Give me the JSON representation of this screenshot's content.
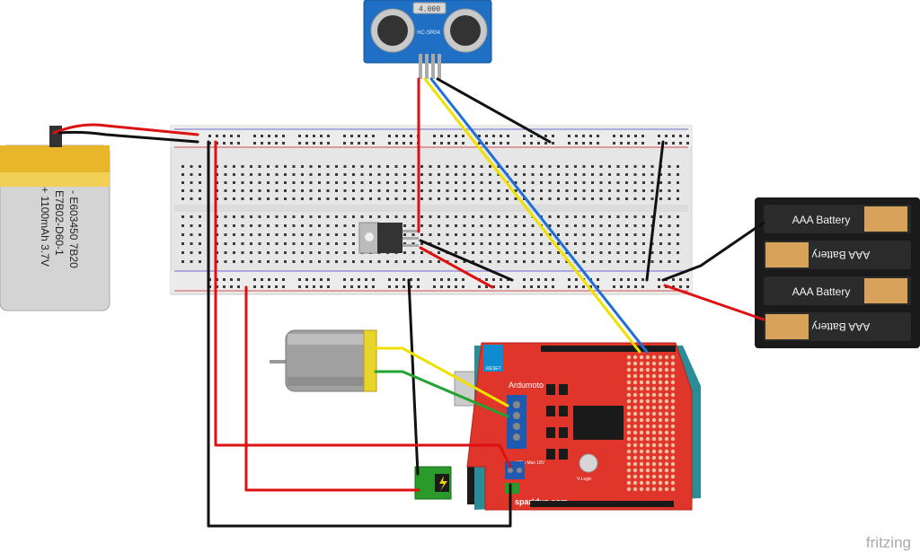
{
  "sensor": {
    "display": "4.000",
    "model": "HC-SR04"
  },
  "lipo": {
    "line1": "- E603450 7B20",
    "line2": "E7B02-D60-1",
    "line3": "+ 1100mAh 3.7V"
  },
  "battery_pack": {
    "cell_label": "AAA Battery"
  },
  "shield": {
    "name": "Ardumoto",
    "brand": "sparkfun.com",
    "reset_label": "RESET",
    "vin_label": "VIN≤ Max 18V",
    "logic_label": "V-Logic"
  },
  "watermark": "fritzing"
}
